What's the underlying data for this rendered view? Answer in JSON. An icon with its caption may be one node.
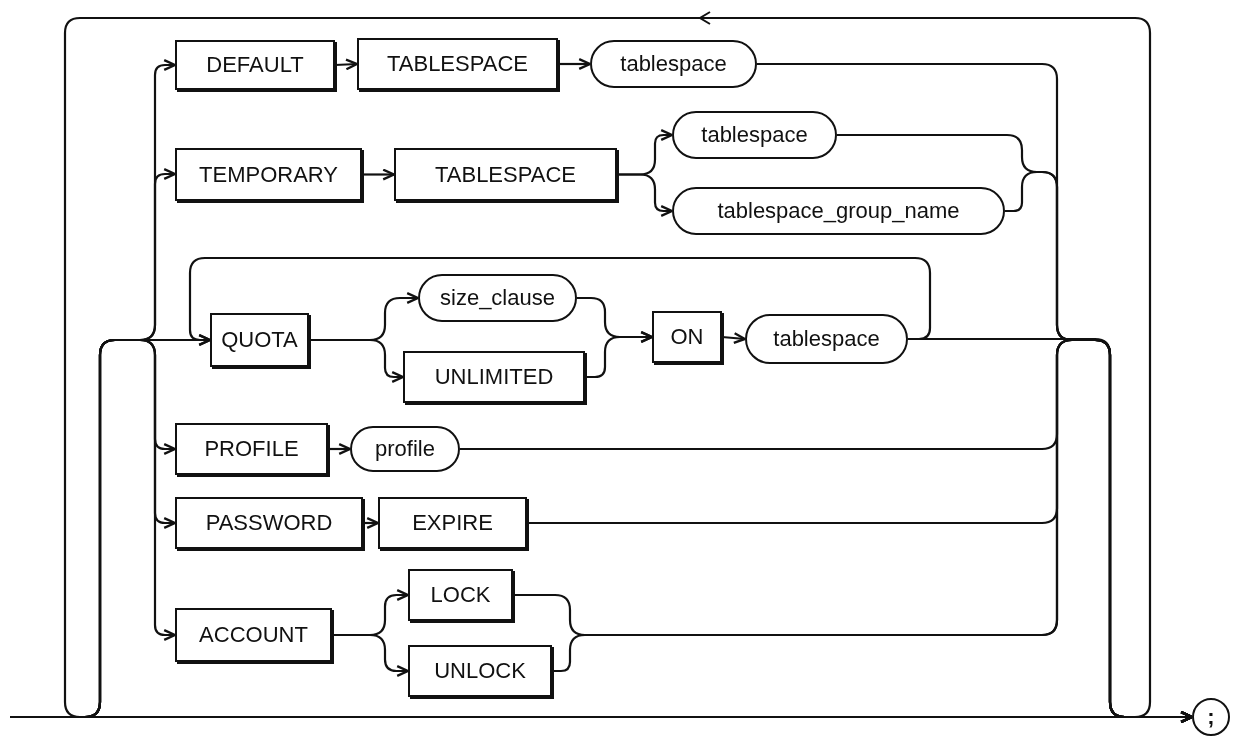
{
  "diagram": {
    "nodes": [
      {
        "text": [
          "DEFAULT"
        ]
      },
      {
        "text": [
          "TABLESPACE"
        ]
      },
      {
        "text": [
          "tablespace"
        ]
      },
      {
        "text": [
          "TEMPORARY"
        ]
      },
      {
        "text": [
          "TABLESPACE"
        ]
      },
      {
        "text": [
          "tablespace"
        ]
      },
      {
        "text": [
          "tablespace_group_name"
        ]
      },
      {
        "text": [
          "QUOTA"
        ]
      },
      {
        "text": [
          "size_clause"
        ]
      },
      {
        "text": [
          "UNLIMITED"
        ]
      },
      {
        "text": [
          "ON"
        ]
      },
      {
        "text": [
          "tablespace"
        ]
      },
      {
        "text": [
          "PROFILE"
        ]
      },
      {
        "text": [
          "profile"
        ]
      },
      {
        "text": [
          "PASSWORD"
        ]
      },
      {
        "text": [
          "EXPIRE"
        ]
      },
      {
        "text": [
          "ACCOUNT"
        ]
      },
      {
        "text": [
          "LOCK"
        ]
      },
      {
        "text": [
          "UNLOCK"
        ]
      },
      {
        "text": [
          ";"
        ]
      }
    ],
    "edges": [
      {
        "from": null,
        "to": 19,
        "arrow": "to"
      },
      {
        "from": null,
        "to": 0,
        "arrow": "to"
      },
      {
        "from": null,
        "to": 3,
        "arrow": "to"
      },
      {
        "from": null,
        "to": 7,
        "arrow": "to"
      },
      {
        "from": null,
        "to": 12,
        "arrow": "to"
      },
      {
        "from": null,
        "to": 14,
        "arrow": "to"
      },
      {
        "from": null,
        "to": 16,
        "arrow": "to"
      },
      {
        "from": 0,
        "to": 1,
        "arrow": "to"
      },
      {
        "from": 1,
        "to": 2,
        "arrow": "to"
      },
      {
        "from": 3,
        "to": 4,
        "arrow": "to"
      },
      {
        "from": 4,
        "to": 5,
        "arrow": "to"
      },
      {
        "from": 4,
        "to": 6,
        "arrow": "to"
      },
      {
        "from": 7,
        "to": 8,
        "arrow": "to"
      },
      {
        "from": 7,
        "to": 9,
        "arrow": "to"
      },
      {
        "from": 8,
        "to": 10,
        "arrow": "to"
      },
      {
        "from": 9,
        "to": 10,
        "arrow": "to"
      },
      {
        "from": 10,
        "to": 11,
        "arrow": "to"
      },
      {
        "from": 11,
        "to": 7,
        "arrow": "to"
      },
      {
        "from": 12,
        "to": 13,
        "arrow": "to"
      },
      {
        "from": 14,
        "to": 15,
        "arrow": "to"
      },
      {
        "from": 16,
        "to": 17,
        "arrow": "to"
      },
      {
        "from": 16,
        "to": 18,
        "arrow": "to"
      },
      {
        "from": 2,
        "to": 19,
        "arrow": "to"
      },
      {
        "from": 5,
        "to": 19,
        "arrow": "to"
      },
      {
        "from": 6,
        "to": 19,
        "arrow": "to"
      },
      {
        "from": 11,
        "to": 19,
        "arrow": "to"
      },
      {
        "from": 13,
        "to": 19,
        "arrow": "to"
      },
      {
        "from": 15,
        "to": 19,
        "arrow": "to"
      },
      {
        "from": 17,
        "to": 19,
        "arrow": "to"
      },
      {
        "from": 18,
        "to": 19,
        "arrow": "to"
      }
    ]
  }
}
